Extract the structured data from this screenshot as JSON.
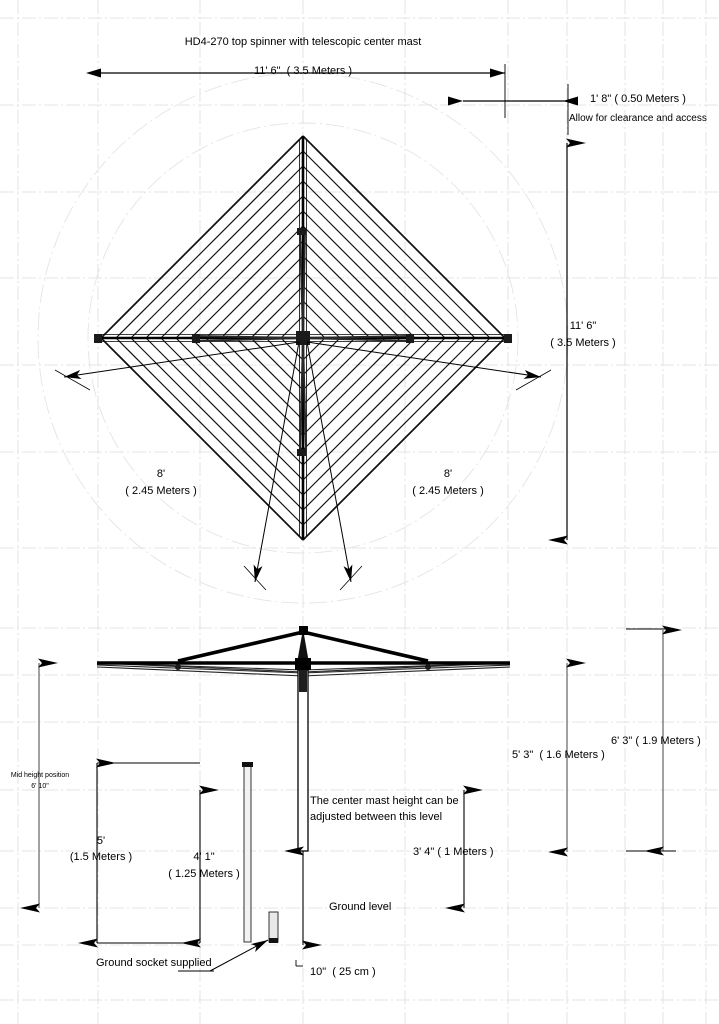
{
  "drawing": {
    "title": "HD4-270 top spinner with telescopic center mast",
    "background": "#ffffff",
    "ink": "#000000",
    "grid_color": "#d8d8d8",
    "circle_color": "#e2e2e2"
  },
  "plan_view": {
    "width_dim": {
      "label": "11' 6\"  ( 3.5 Meters )",
      "feet": "11' 6\"",
      "meters": "3.5"
    },
    "height_dim": {
      "line1": "11' 6\"",
      "line2": "( 3.5 Meters )",
      "feet": "11' 6\"",
      "meters": "3.5"
    },
    "clearance_dim": {
      "label": "1' 8\" ( 0.50 Meters )",
      "note": "Allow for clearance and access",
      "feet": "1' 8\"",
      "meters": "0.50"
    },
    "arm_left": {
      "line1": "8'",
      "line2": "( 2.45 Meters )",
      "feet": "8'",
      "meters": "2.45"
    },
    "arm_right": {
      "line1": "8'",
      "line2": "( 2.45 Meters )",
      "feet": "8'",
      "meters": "2.45"
    }
  },
  "elevation_view": {
    "mid_height": {
      "line1": "Mid height position",
      "line2": "6' 10\"",
      "feet": "6' 10\""
    },
    "dim_5ft": {
      "line1": "5'",
      "line2": "(1.5 Meters )",
      "feet": "5'",
      "meters": "1.5"
    },
    "dim_4ft1": {
      "line1": "4' 1\"",
      "line2": "( 1.25 Meters )",
      "feet": "4' 1\"",
      "meters": "1.25"
    },
    "dim_3ft4": {
      "label": "3' 4\" ( 1 Meters )",
      "feet": "3' 4\"",
      "meters": "1"
    },
    "dim_5ft3": {
      "label": "5' 3\"  ( 1.6 Meters )",
      "feet": "5' 3\"",
      "meters": "1.6"
    },
    "dim_6ft3": {
      "label": "6' 3\" ( 1.9 Meters )",
      "feet": "6' 3\"",
      "meters": "1.9"
    },
    "dim_10in": {
      "label": "10\"  ( 25 cm )",
      "inches": "10\"",
      "cm": "25"
    },
    "mast_note": {
      "line1": "The center mast height can be",
      "line2": "adjusted between this level"
    },
    "ground_level_label": "Ground level",
    "ground_socket_label": "Ground socket supplied"
  }
}
